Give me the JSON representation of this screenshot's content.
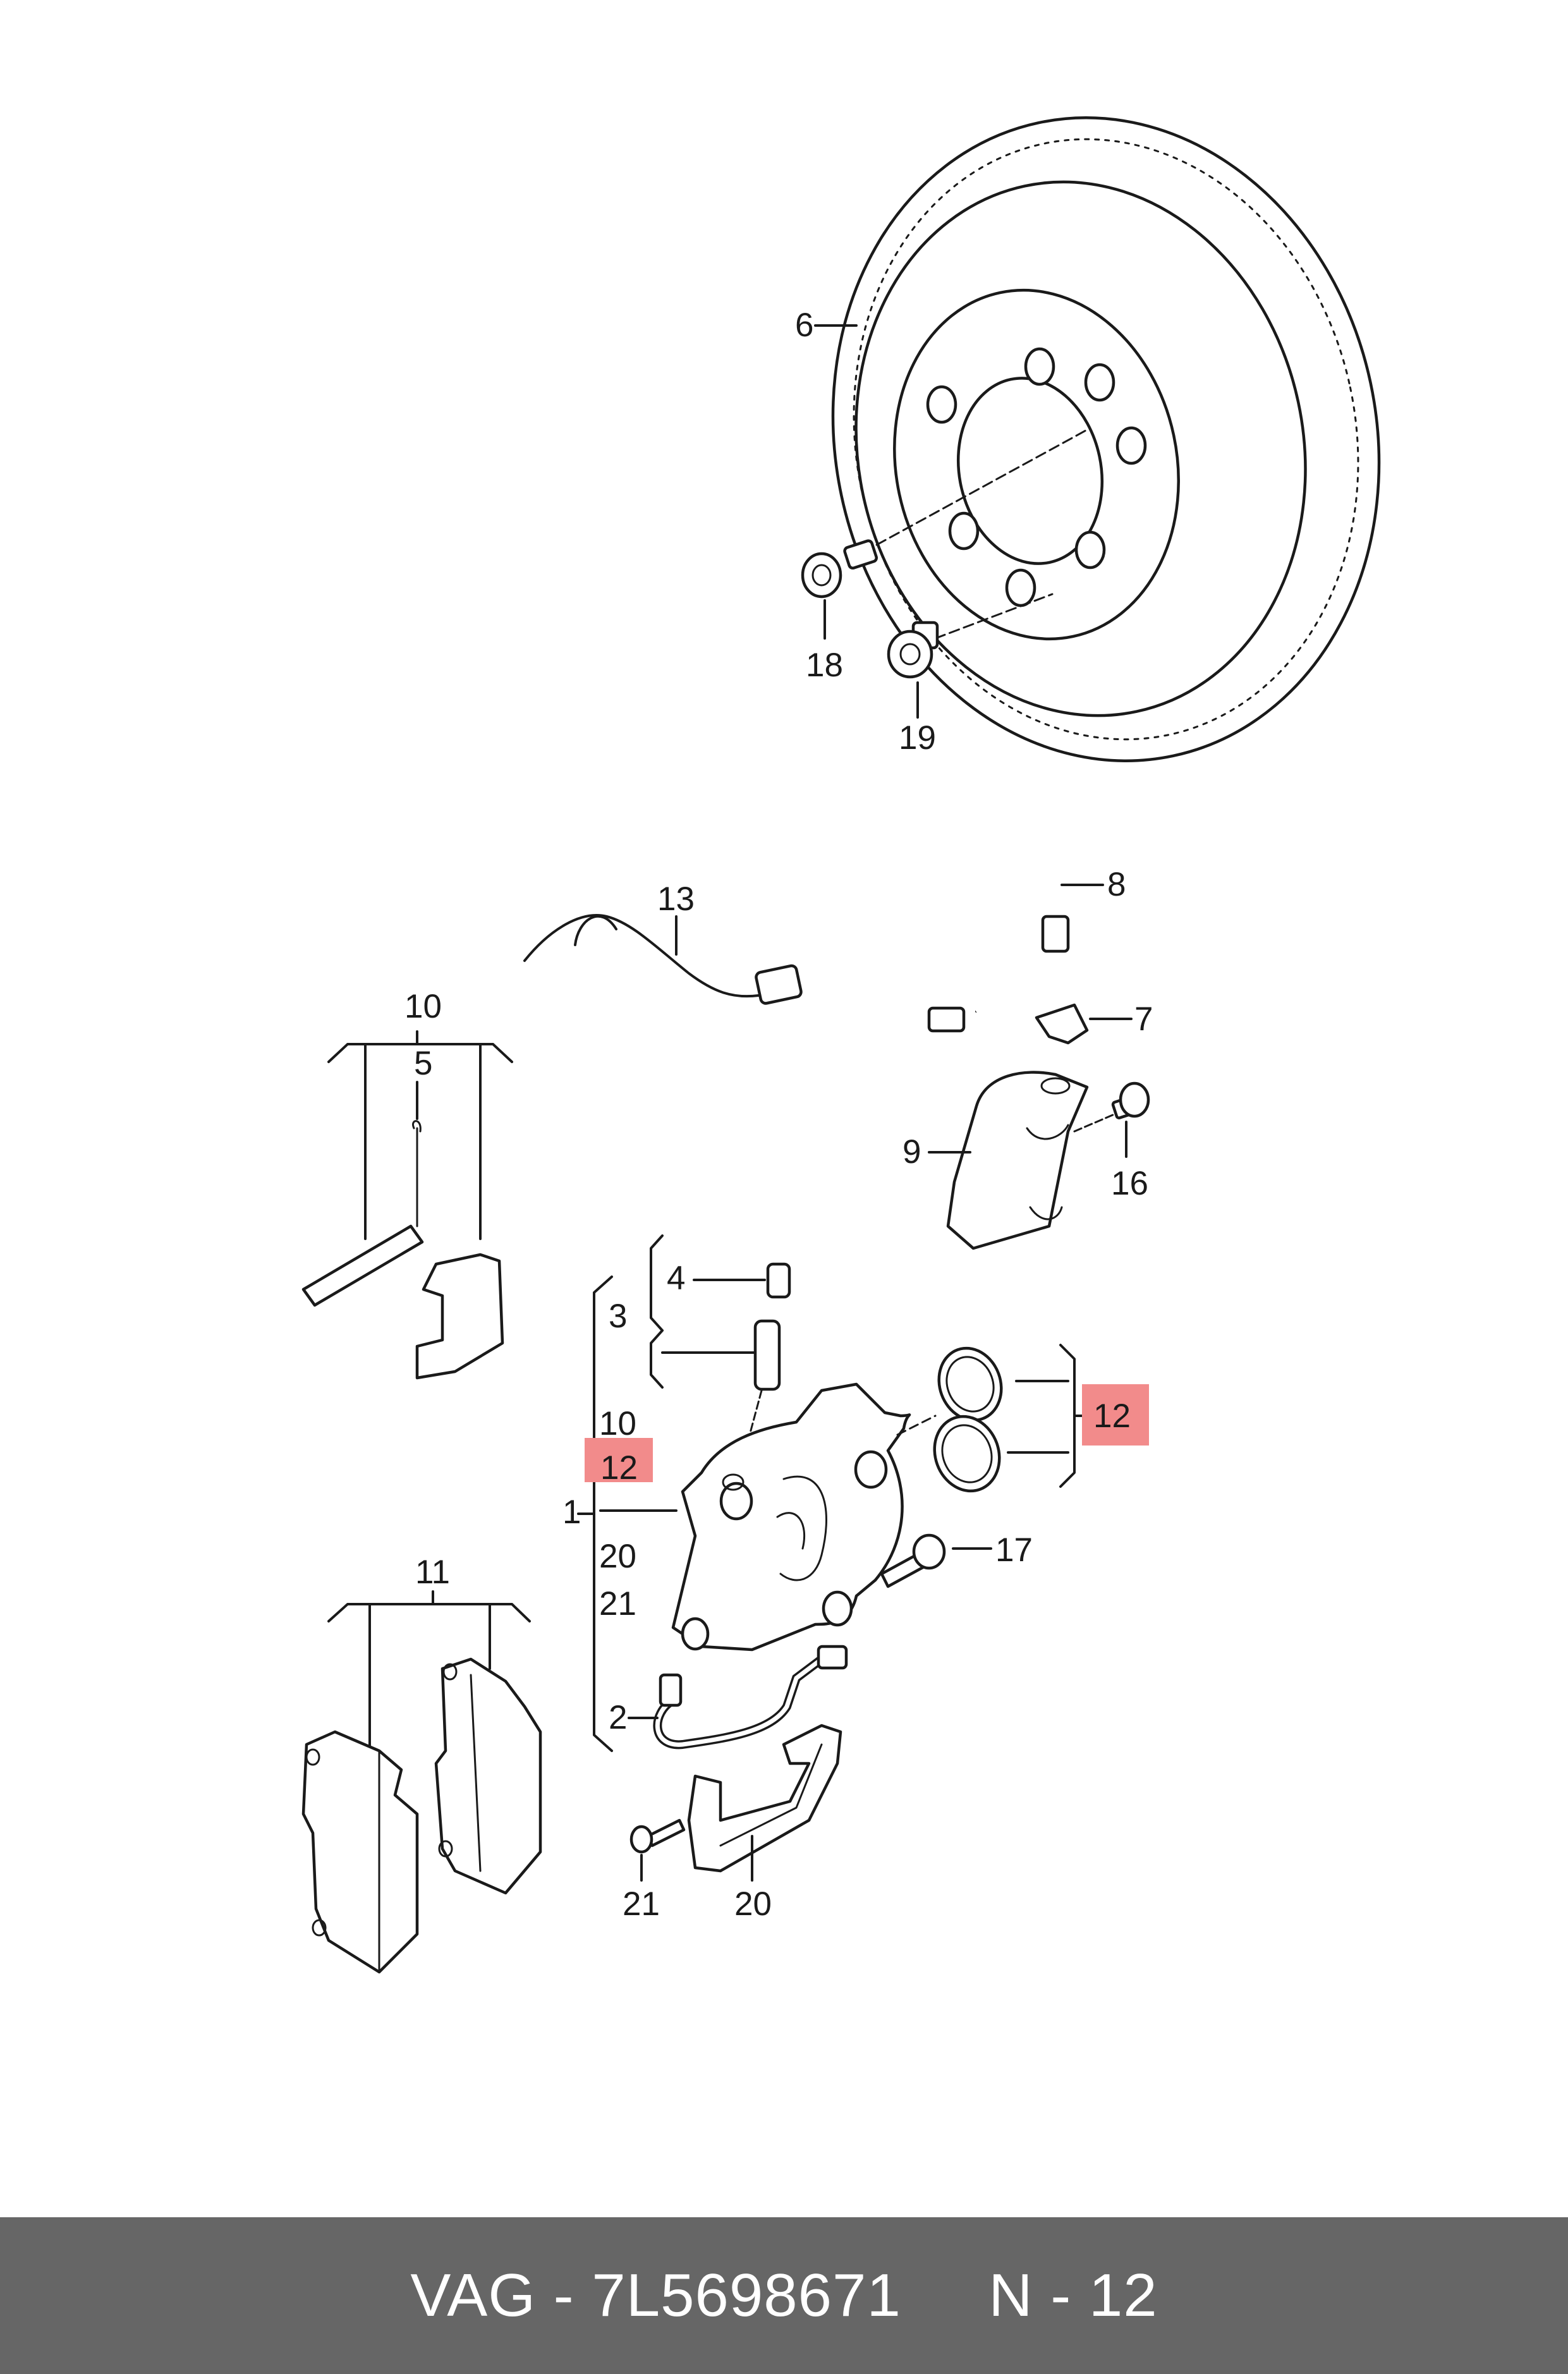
{
  "labels": {
    "p1": "1",
    "p2": "2",
    "p3": "3",
    "p4": "4",
    "p5": "5",
    "p6": "6",
    "p7": "7",
    "p8": "8",
    "p9": "9",
    "p10a": "10",
    "p10b": "10",
    "p11": "11",
    "p12a": "12",
    "p12b": "12",
    "p13": "13",
    "p16": "16",
    "p17": "17",
    "p18": "18",
    "p19": "19",
    "p20a": "20",
    "p20b": "20",
    "p21a": "21",
    "p21b": "21"
  },
  "highlight_color": "#f28b8b",
  "footer": {
    "brand": "VAG",
    "separator": " - ",
    "part_number": "7L5698671",
    "gap": "     ",
    "ref": "N - 12"
  }
}
